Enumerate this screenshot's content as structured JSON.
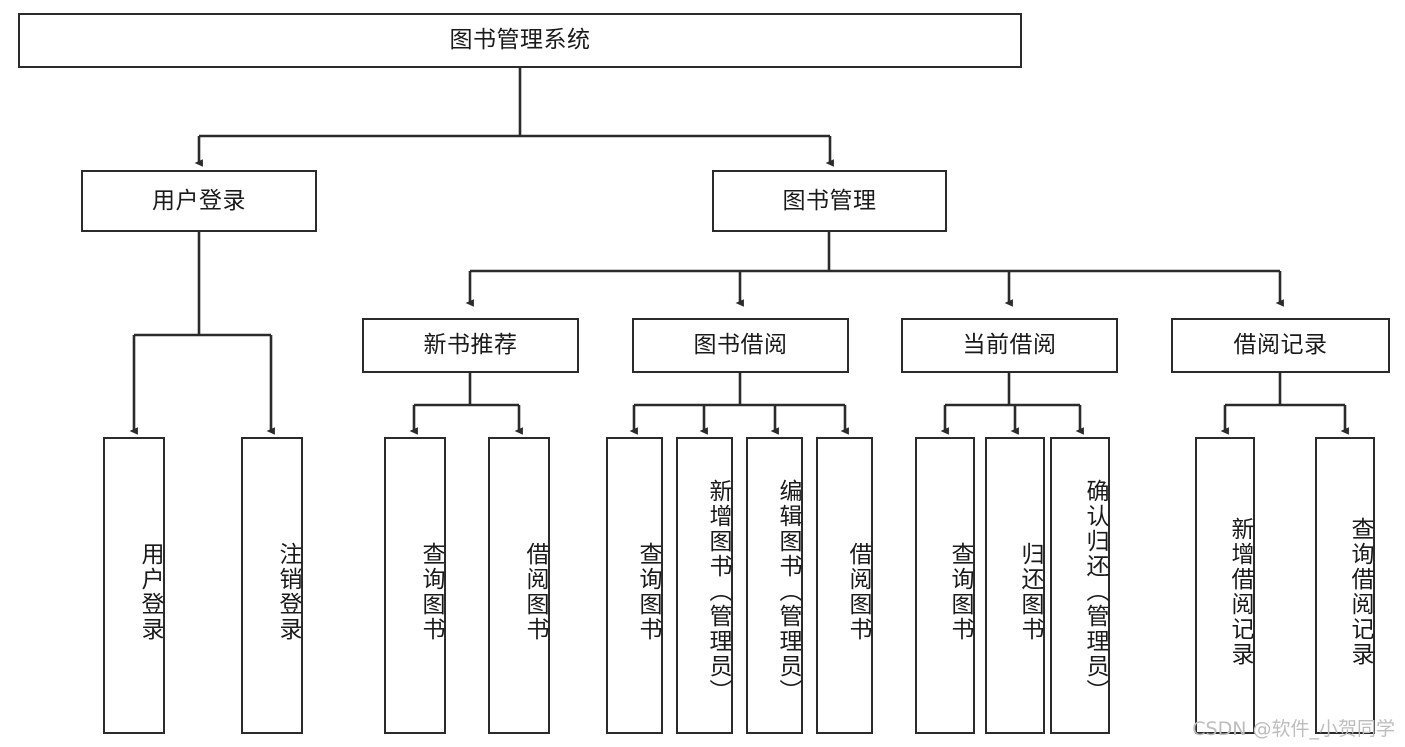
{
  "diagram": {
    "title": "图书管理系统",
    "type": "tree-hierarchy",
    "watermark": "CSDN @软件_小贺同学",
    "colors": {
      "stroke": "#2b2b2b",
      "fill": "#ffffff",
      "text": "#1a1a1a",
      "watermark": "#bdbdbd"
    },
    "nodes": {
      "root": "图书管理系统",
      "level2": {
        "user_login": "用户登录",
        "book_manage": "图书管理"
      },
      "level3": {
        "new_book_recommend": "新书推荐",
        "book_borrow": "图书借阅",
        "current_borrow": "当前借阅",
        "borrow_record": "借阅记录"
      },
      "leaves": {
        "user_login_1": "用户登录",
        "user_login_2": "注销登录",
        "new_book_1": "查询图书",
        "new_book_2": "借阅图书",
        "book_borrow_1": "查询图书",
        "book_borrow_2": "新增图书（管理员）",
        "book_borrow_3": "编辑图书（管理员）",
        "book_borrow_4": "借阅图书",
        "current_borrow_1": "查询图书",
        "current_borrow_2": "归还图书",
        "current_borrow_3": "确认归还（管理员）",
        "borrow_record_1": "新增借阅记录",
        "borrow_record_2": "查询借阅记录"
      }
    }
  }
}
